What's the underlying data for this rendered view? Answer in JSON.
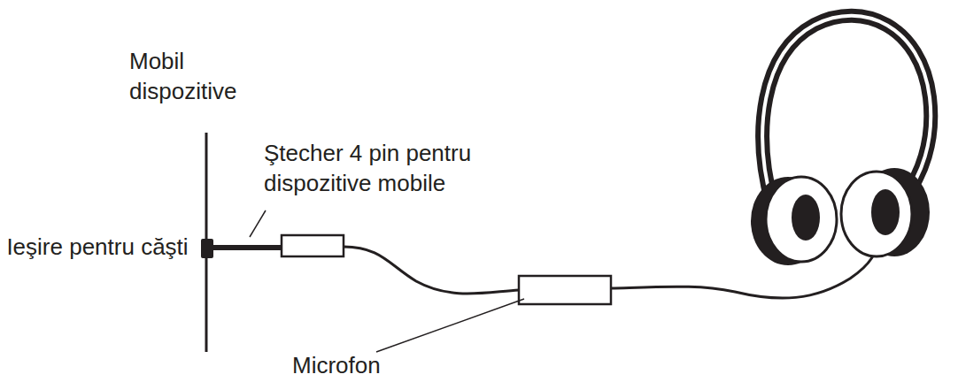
{
  "diagram": {
    "labels": [
      "Mobil dispozitive",
      "Ştecher 4 pin pentru dispozitive mobile",
      "Ieşire pentru căşti",
      "Microfon"
    ]
  }
}
